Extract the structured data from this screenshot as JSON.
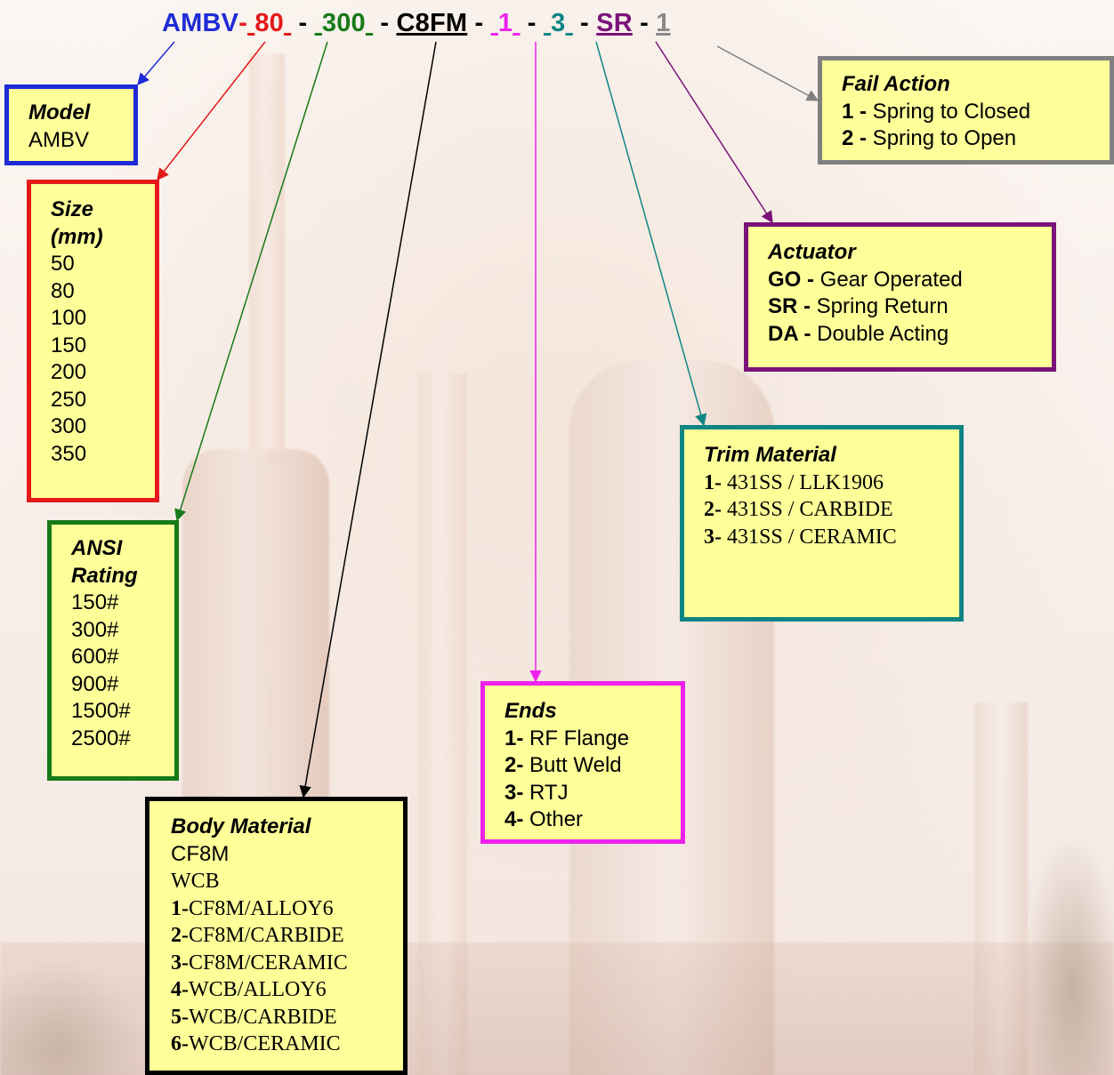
{
  "code": {
    "model": "AMBV",
    "dash1": "-",
    "size": "80",
    "dash2": " - ",
    "rating": "300",
    "dash3": " - ",
    "body": "C8FM",
    "dash4": " - ",
    "ends": "1",
    "dash5": " - ",
    "trim": "3",
    "dash6": " - ",
    "actuator": "SR",
    "dash7": " - ",
    "fail": "1"
  },
  "colors": {
    "model": "#1f2bd6",
    "size": "#e51919",
    "rating": "#177a17",
    "body": "#000000",
    "ends": "#ee22ee",
    "trim": "#0e8585",
    "actuator": "#7a137a",
    "fail": "#808080",
    "box_fill": "#ffff99"
  },
  "model_box": {
    "title": "Model",
    "items": [
      "AMBV"
    ]
  },
  "size_box": {
    "title_line1": "Size",
    "title_line2": "(mm)",
    "items": [
      "50",
      "80",
      "100",
      "150",
      "200",
      "250",
      "300",
      "350"
    ]
  },
  "rating_box": {
    "title_line1": "ANSI",
    "title_line2": "Rating",
    "items": [
      "150#",
      "300#",
      "600#",
      "900#",
      "1500#",
      "2500#"
    ]
  },
  "body_box": {
    "title": "Body Material",
    "plain_items": [
      "CF8M",
      "WCB"
    ],
    "coded_items": [
      {
        "code": "1-",
        "text": "CF8M/ALLOY6"
      },
      {
        "code": "2-",
        "text": "CF8M/CARBIDE"
      },
      {
        "code": "3-",
        "text": "CF8M/CERAMIC"
      },
      {
        "code": "4-",
        "text": "WCB/ALLOY6"
      },
      {
        "code": "5-",
        "text": "WCB/CARBIDE"
      },
      {
        "code": "6-",
        "text": "WCB/CERAMIC"
      }
    ]
  },
  "ends_box": {
    "title": "Ends",
    "items": [
      {
        "code": "1-",
        "text": " RF Flange"
      },
      {
        "code": "2-",
        "text": " Butt Weld"
      },
      {
        "code": "3-",
        "text": " RTJ"
      },
      {
        "code": "4-",
        "text": " Other"
      }
    ]
  },
  "trim_box": {
    "title": "Trim Material",
    "items": [
      {
        "code": "1-",
        "text": " 431SS / LLK1906"
      },
      {
        "code": "2-",
        "text": " 431SS / CARBIDE"
      },
      {
        "code": "3-",
        "text": " 431SS / CERAMIC"
      }
    ]
  },
  "actuator_box": {
    "title": "Actuator",
    "items": [
      {
        "code": "GO -",
        "text": " Gear Operated"
      },
      {
        "code": "SR -",
        "text": " Spring Return"
      },
      {
        "code": "DA -",
        "text": " Double Acting"
      }
    ]
  },
  "fail_box": {
    "title": "Fail Action",
    "items": [
      {
        "code": "1 -",
        "text": " Spring to Closed"
      },
      {
        "code": "2 -",
        "text": " Spring to Open"
      }
    ]
  }
}
